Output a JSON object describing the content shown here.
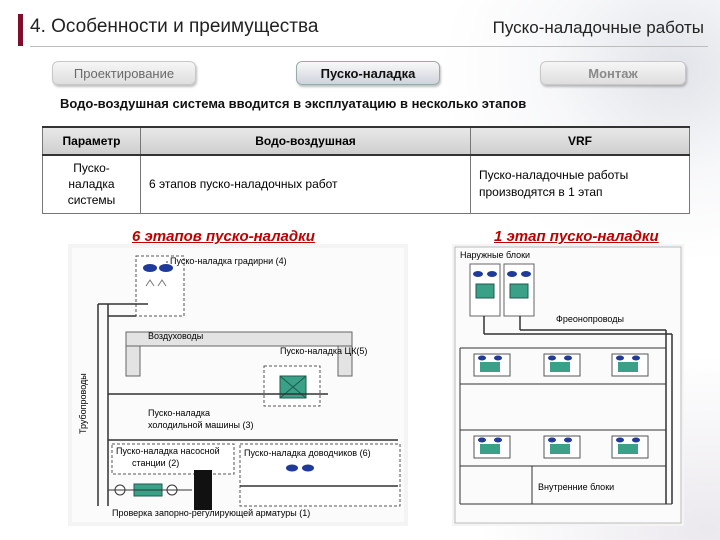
{
  "header": {
    "title": "4. Особенности и преимущества",
    "section": "Пуско-наладочные работы"
  },
  "tabs": [
    {
      "label": "Проектирование",
      "active": false
    },
    {
      "label": "Пуско-наладка",
      "active": true
    },
    {
      "label": "Монтаж",
      "active": false
    }
  ],
  "subtitle": "Водо-воздушная система вводится в эксплуатацию в несколько этапов",
  "table": {
    "headers": [
      "Параметр",
      "Водо-воздушная",
      "VRF"
    ],
    "row": {
      "param": "Пуско-\nналадка\nсистемы",
      "water_air": "6 этапов пуско-наладочных работ",
      "vrf": "Пуско-наладочные работы\nпроизводятся в 1 этап"
    }
  },
  "left_diagram": {
    "title": "6 этапов пуско-наладки",
    "labels": {
      "tower": "Пуско-наладка градирни (4)",
      "ducts": "Воздуховоды",
      "ahu": "Пуско-наладка ЦК(5)",
      "pipes": "Трубопроводы",
      "chiller_1": "Пуско-наладка",
      "chiller_2": "холодильной машины (3)",
      "pump_1": "Пуско-наладка насосной",
      "pump_2": "станции (2)",
      "fancoil": "Пуско-наладка доводчиков (6)",
      "valves": "Проверка запорно-регулирующей арматуры (1)"
    }
  },
  "right_diagram": {
    "title": "1 этап пуско-наладки",
    "labels": {
      "outdoor": "Наружные блоки",
      "freon": "Фреонопроводы",
      "indoor": "Внутренние блоки"
    }
  },
  "colors": {
    "accent": "#7d0f2b",
    "diagram_title": "#c00000",
    "unit_green": "#3aa088",
    "fan_blue": "#1f3a9a"
  }
}
